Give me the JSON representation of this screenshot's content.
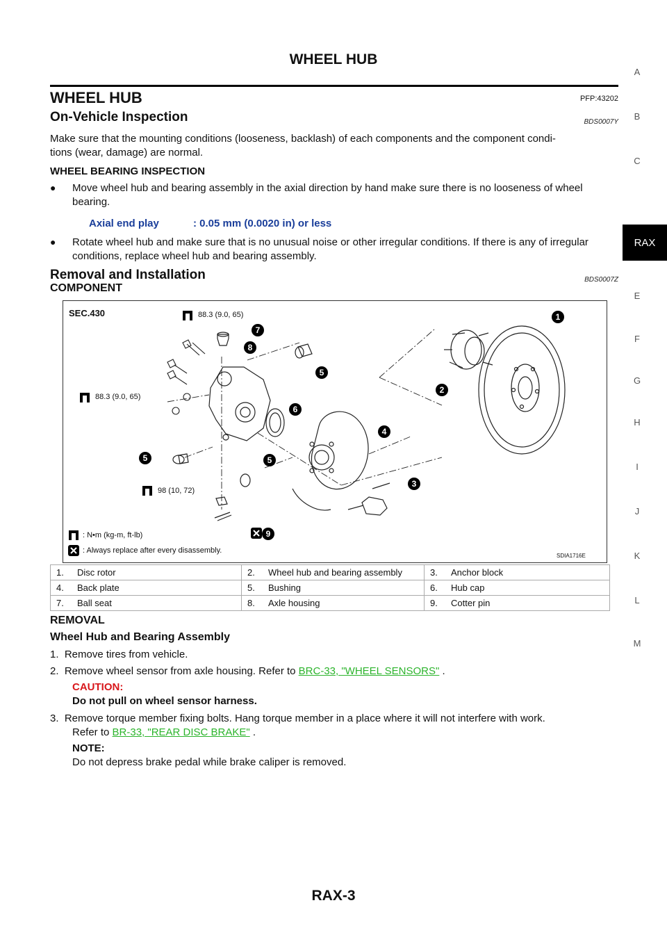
{
  "header": {
    "title": "WHEEL HUB"
  },
  "footer": {
    "page": "RAX-3"
  },
  "side_index": {
    "letters": [
      "A",
      "B",
      "C",
      "E",
      "F",
      "G",
      "H",
      "I",
      "J",
      "K",
      "L",
      "M"
    ],
    "active_tab": "RAX"
  },
  "section": {
    "title": "WHEEL HUB",
    "pfp": "PFP:43202"
  },
  "inspection": {
    "title": "On-Vehicle Inspection",
    "code": "BDS0007Y",
    "intro_line1": "Make sure that the mounting conditions (looseness, backlash) of each components and the component condi-",
    "intro_line2": "tions (wear, damage) are normal.",
    "subheading": "WHEEL BEARING INSPECTION",
    "bullet_symbol": "●",
    "bullet1": "Move wheel hub and bearing assembly in the axial direction by hand make sure there is no looseness of wheel bearing.",
    "spec_label": "Axial end play",
    "spec_value": ": 0.05 mm (0.0020 in) or less",
    "bullet2": "Rotate wheel hub and make sure that is no unusual noise or other irregular conditions. If there is any of irregular conditions, replace wheel hub and bearing assembly."
  },
  "removal_installation": {
    "title": "Removal and Installation",
    "code": "BDS0007Z",
    "component_heading": "COMPONENT"
  },
  "figure": {
    "sec": "SEC.430",
    "torque1": "88.3 (9.0, 65)",
    "torque2": "88.3 (9.0, 65)",
    "torque3": "98 (10, 72)",
    "legend_units": ": N•m (kg-m, ft-lb)",
    "legend_replace": ": Always replace after every disassembly.",
    "figure_id": "SDIA1716E",
    "callouts": [
      "1",
      "2",
      "3",
      "4",
      "5",
      "5",
      "5",
      "6",
      "7",
      "8",
      "9"
    ]
  },
  "parts_legend": [
    [
      "1.",
      "Disc rotor",
      "2.",
      "Wheel hub and bearing assembly",
      "3.",
      "Anchor block"
    ],
    [
      "4.",
      "Back plate",
      "5.",
      "Bushing",
      "6.",
      "Hub cap"
    ],
    [
      "7.",
      "Ball seat",
      "8.",
      "Axle housing",
      "9.",
      "Cotter pin"
    ]
  ],
  "removal": {
    "heading": "REMOVAL",
    "subheading": "Wheel Hub and Bearing Assembly",
    "step1": "1.  Remove tires from vehicle.",
    "step2_pre": "2.  Remove wheel sensor from axle housing. Refer to ",
    "step2_link": "BRC-33, \"WHEEL SENSORS\"",
    "step2_post": " .",
    "caution_label": "CAUTION:",
    "caution_text": "Do not pull on wheel sensor harness.",
    "step3_line1": "3.  Remove torque member fixing bolts. Hang torque member in a place where it will not interfere with work.",
    "step3_pre": "Refer to ",
    "step3_link": "BR-33, \"REAR DISC BRAKE\"",
    "step3_post": " .",
    "note_label": "NOTE:",
    "note_text": "Do not depress brake pedal while brake caliper is removed."
  }
}
